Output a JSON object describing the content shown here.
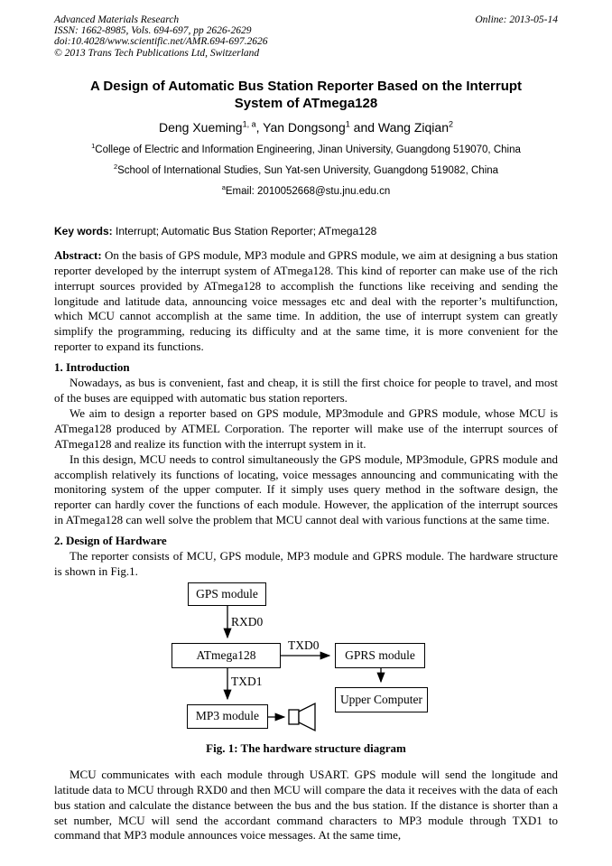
{
  "header": {
    "journal": "Advanced Materials Research",
    "issn_line": "ISSN: 1662-8985, Vols. 694-697, pp 2626-2629",
    "doi_line": "doi:10.4028/www.scientific.net/AMR.694-697.2626",
    "copyright_line": "© 2013 Trans Tech Publications Ltd, Switzerland",
    "online_date": "Online: 2013-05-14"
  },
  "title": {
    "line1": "A Design of Automatic Bus Station Reporter Based on the Interrupt",
    "line2": "System of ATmega128"
  },
  "authors": [
    {
      "name": "Deng Xueming",
      "sup": "1, a",
      "sep": ", "
    },
    {
      "name": "Yan Dongsong",
      "sup": "1",
      "sep": " and "
    },
    {
      "name": "Wang Ziqian",
      "sup": "2",
      "sep": ""
    }
  ],
  "affiliations": [
    {
      "sup": "1",
      "text": "College of Electric and Information Engineering, Jinan University, Guangdong 519070, China"
    },
    {
      "sup": "2",
      "text": "School of International Studies, Sun Yat-sen University, Guangdong 519082, China"
    }
  ],
  "email": {
    "sup": "a",
    "text": "Email: 2010052668@stu.jnu.edu.cn"
  },
  "keywords": {
    "label": "Key words:",
    "text": " Interrupt; Automatic Bus Station Reporter; ATmega128"
  },
  "abstract": {
    "label": "Abstract:",
    "text": " On the basis of GPS module, MP3 module and GPRS module, we aim at designing a bus station reporter developed by the interrupt system of ATmega128. This kind of reporter can make use of the rich interrupt sources provided by ATmega128 to accomplish the functions like receiving and sending the longitude and latitude data, announcing voice messages etc and deal with the reporter’s multifunction, which MCU cannot accomplish at the same time. In addition, the use of interrupt system can greatly simplify the programming, reducing its difficulty and at the same time, it is more convenient for the reporter to expand its functions."
  },
  "sections": {
    "intro": {
      "heading": "1. Introduction",
      "p1": "Nowadays, as bus is convenient, fast and cheap, it is still the first choice for people to travel, and most of the buses are equipped with automatic bus station reporters.",
      "p2": "We aim to design a reporter based on GPS module, MP3module and GPRS module, whose MCU is ATmega128 produced by ATMEL Corporation. The reporter will make use of the interrupt sources of ATmega128 and realize its function with the interrupt system in it.",
      "p3": "In this design, MCU needs to control simultaneously the GPS module, MP3module, GPRS module and accomplish relatively its functions of locating, voice messages announcing and communicating with the monitoring system of the upper computer. If it simply uses query method in the software design, the reporter can hardly cover the functions of each module. However, the application of the interrupt sources in ATmega128 can well solve the problem that MCU cannot deal with various functions at the same time."
    },
    "hardware": {
      "heading": "2. Design of Hardware",
      "p1": "The reporter consists of MCU, GPS module, MP3 module and GPRS module. The hardware structure is shown in Fig.1.",
      "p2": "MCU communicates with each module through USART. GPS module will send the longitude and latitude data to MCU through RXD0 and then MCU will compare the data it receives with the data of each bus station and calculate the distance between the bus and the bus station. If the distance is shorter than a set number, MCU will send the accordant command characters to MP3 module through TXD1 to command that MP3 module announces voice messages. At the same time,"
    }
  },
  "figure": {
    "boxes": {
      "gps": "GPS module",
      "mcu": "ATmega128",
      "gprs": "GPRS module",
      "upper": "Upper Computer",
      "mp3": "MP3 module"
    },
    "labels": {
      "rxd0": "RXD0",
      "txd0": "TXD0",
      "txd1": "TXD1"
    },
    "caption": "Fig. 1: The hardware structure diagram"
  }
}
